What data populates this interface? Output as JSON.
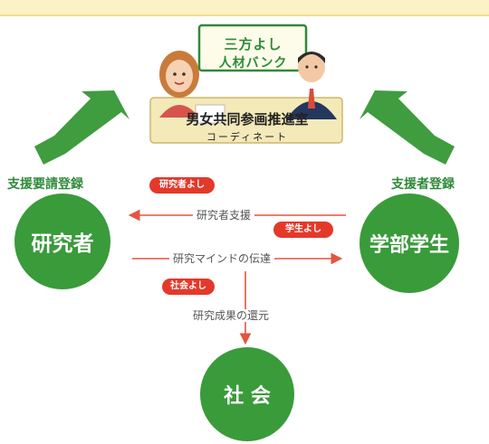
{
  "illustration": {
    "sign_line1": "三方よし",
    "sign_line2": "人材バンク",
    "office_name": "男女共同参画推進室",
    "office_role": "コーディネート"
  },
  "left_registration": "支援要請登録",
  "right_registration": "支援者登録",
  "nodes": {
    "researcher": "研究者",
    "students": "学部学生",
    "society": "社 会"
  },
  "badges": {
    "researcher_yoshi": "研究者よし",
    "student_yoshi": "学生よし",
    "society_yoshi": "社会よし"
  },
  "flows": {
    "support": "研究者支援",
    "mind_transfer": "研究マインドの伝達",
    "return_results": "研究成果の還元"
  },
  "colors": {
    "green": "#3a9b3b",
    "arrow_green": "#3f9c3f",
    "red_badge": "#e4392a",
    "flow_arrow": "#e2563f"
  }
}
